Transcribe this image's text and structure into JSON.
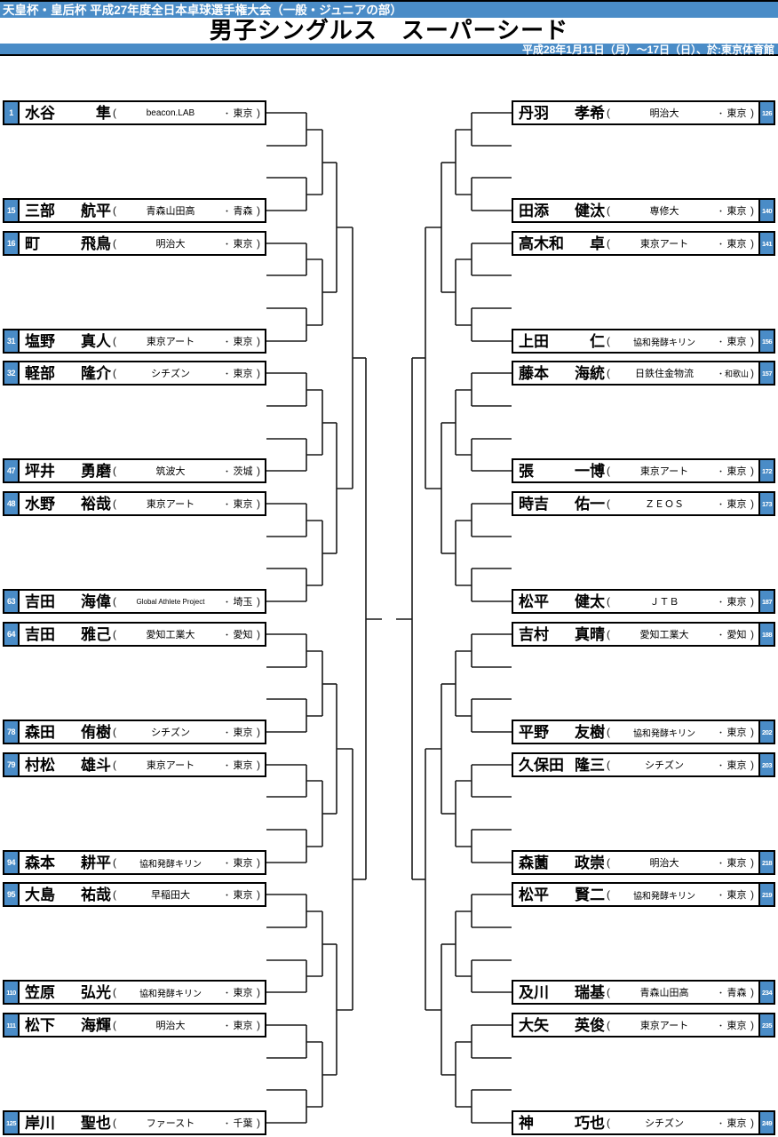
{
  "header": {
    "top_bar": "天皇杯・皇后杯 平成27年度全日本卓球選手権大会（一般・ジュニアの部）",
    "title": "男子シングルス　スーパーシード",
    "date_venue": "平成28年1月11日（月）～17日（日）、於:東京体育館"
  },
  "colors": {
    "accent_blue": "#4a8cc7",
    "line": "#1a1a1a",
    "border": "#000000"
  },
  "bracket": {
    "left": [
      {
        "seed": "1",
        "surname": "水谷",
        "given": "隼",
        "affiliation": "beacon.LAB",
        "region": "東京"
      },
      {
        "seed": "15",
        "surname": "三部",
        "given": "航平",
        "affiliation": "青森山田高",
        "region": "青森"
      },
      {
        "seed": "16",
        "surname": "町",
        "given": "飛鳥",
        "affiliation": "明治大",
        "region": "東京"
      },
      {
        "seed": "31",
        "surname": "塩野",
        "given": "真人",
        "affiliation": "東京アート",
        "region": "東京"
      },
      {
        "seed": "32",
        "surname": "軽部",
        "given": "隆介",
        "affiliation": "シチズン",
        "region": "東京"
      },
      {
        "seed": "47",
        "surname": "坪井",
        "given": "勇磨",
        "affiliation": "筑波大",
        "region": "茨城"
      },
      {
        "seed": "48",
        "surname": "水野",
        "given": "裕哉",
        "affiliation": "東京アート",
        "region": "東京"
      },
      {
        "seed": "63",
        "surname": "吉田",
        "given": "海偉",
        "affiliation": "Global Athlete Project",
        "region": "埼玉"
      },
      {
        "seed": "64",
        "surname": "吉田",
        "given": "雅己",
        "affiliation": "愛知工業大",
        "region": "愛知"
      },
      {
        "seed": "78",
        "surname": "森田",
        "given": "侑樹",
        "affiliation": "シチズン",
        "region": "東京"
      },
      {
        "seed": "79",
        "surname": "村松",
        "given": "雄斗",
        "affiliation": "東京アート",
        "region": "東京"
      },
      {
        "seed": "94",
        "surname": "森本",
        "given": "耕平",
        "affiliation": "協和発酵キリン",
        "region": "東京"
      },
      {
        "seed": "95",
        "surname": "大島",
        "given": "祐哉",
        "affiliation": "早稲田大",
        "region": "東京"
      },
      {
        "seed": "110",
        "surname": "笠原",
        "given": "弘光",
        "affiliation": "協和発酵キリン",
        "region": "東京"
      },
      {
        "seed": "111",
        "surname": "松下",
        "given": "海輝",
        "affiliation": "明治大",
        "region": "東京"
      },
      {
        "seed": "125",
        "surname": "岸川",
        "given": "聖也",
        "affiliation": "ファースト",
        "region": "千葉"
      }
    ],
    "right": [
      {
        "seed": "126",
        "surname": "丹羽",
        "given": "孝希",
        "affiliation": "明治大",
        "region": "東京"
      },
      {
        "seed": "140",
        "surname": "田添",
        "given": "健汰",
        "affiliation": "専修大",
        "region": "東京"
      },
      {
        "seed": "141",
        "surname": "高木和",
        "given": "卓",
        "affiliation": "東京アート",
        "region": "東京"
      },
      {
        "seed": "156",
        "surname": "上田",
        "given": "仁",
        "affiliation": "協和発酵キリン",
        "region": "東京"
      },
      {
        "seed": "157",
        "surname": "藤本",
        "given": "海統",
        "affiliation": "日鉄住金物流",
        "region": "和歌山"
      },
      {
        "seed": "172",
        "surname": "張",
        "given": "一博",
        "affiliation": "東京アート",
        "region": "東京"
      },
      {
        "seed": "173",
        "surname": "時吉",
        "given": "佑一",
        "affiliation": "ＺＥＯＳ",
        "region": "東京"
      },
      {
        "seed": "187",
        "surname": "松平",
        "given": "健太",
        "affiliation": "ＪＴＢ",
        "region": "東京"
      },
      {
        "seed": "188",
        "surname": "吉村",
        "given": "真晴",
        "affiliation": "愛知工業大",
        "region": "愛知"
      },
      {
        "seed": "202",
        "surname": "平野",
        "given": "友樹",
        "affiliation": "協和発酵キリン",
        "region": "東京"
      },
      {
        "seed": "203",
        "surname": "久保田",
        "given": "隆三",
        "affiliation": "シチズン",
        "region": "東京"
      },
      {
        "seed": "218",
        "surname": "森薗",
        "given": "政崇",
        "affiliation": "明治大",
        "region": "東京"
      },
      {
        "seed": "219",
        "surname": "松平",
        "given": "賢二",
        "affiliation": "協和発酵キリン",
        "region": "東京"
      },
      {
        "seed": "234",
        "surname": "及川",
        "given": "瑞基",
        "affiliation": "青森山田高",
        "region": "青森"
      },
      {
        "seed": "235",
        "surname": "大矢",
        "given": "英俊",
        "affiliation": "東京アート",
        "region": "東京"
      },
      {
        "seed": "249",
        "surname": "神",
        "given": "巧也",
        "affiliation": "シチズン",
        "region": "東京"
      }
    ]
  }
}
